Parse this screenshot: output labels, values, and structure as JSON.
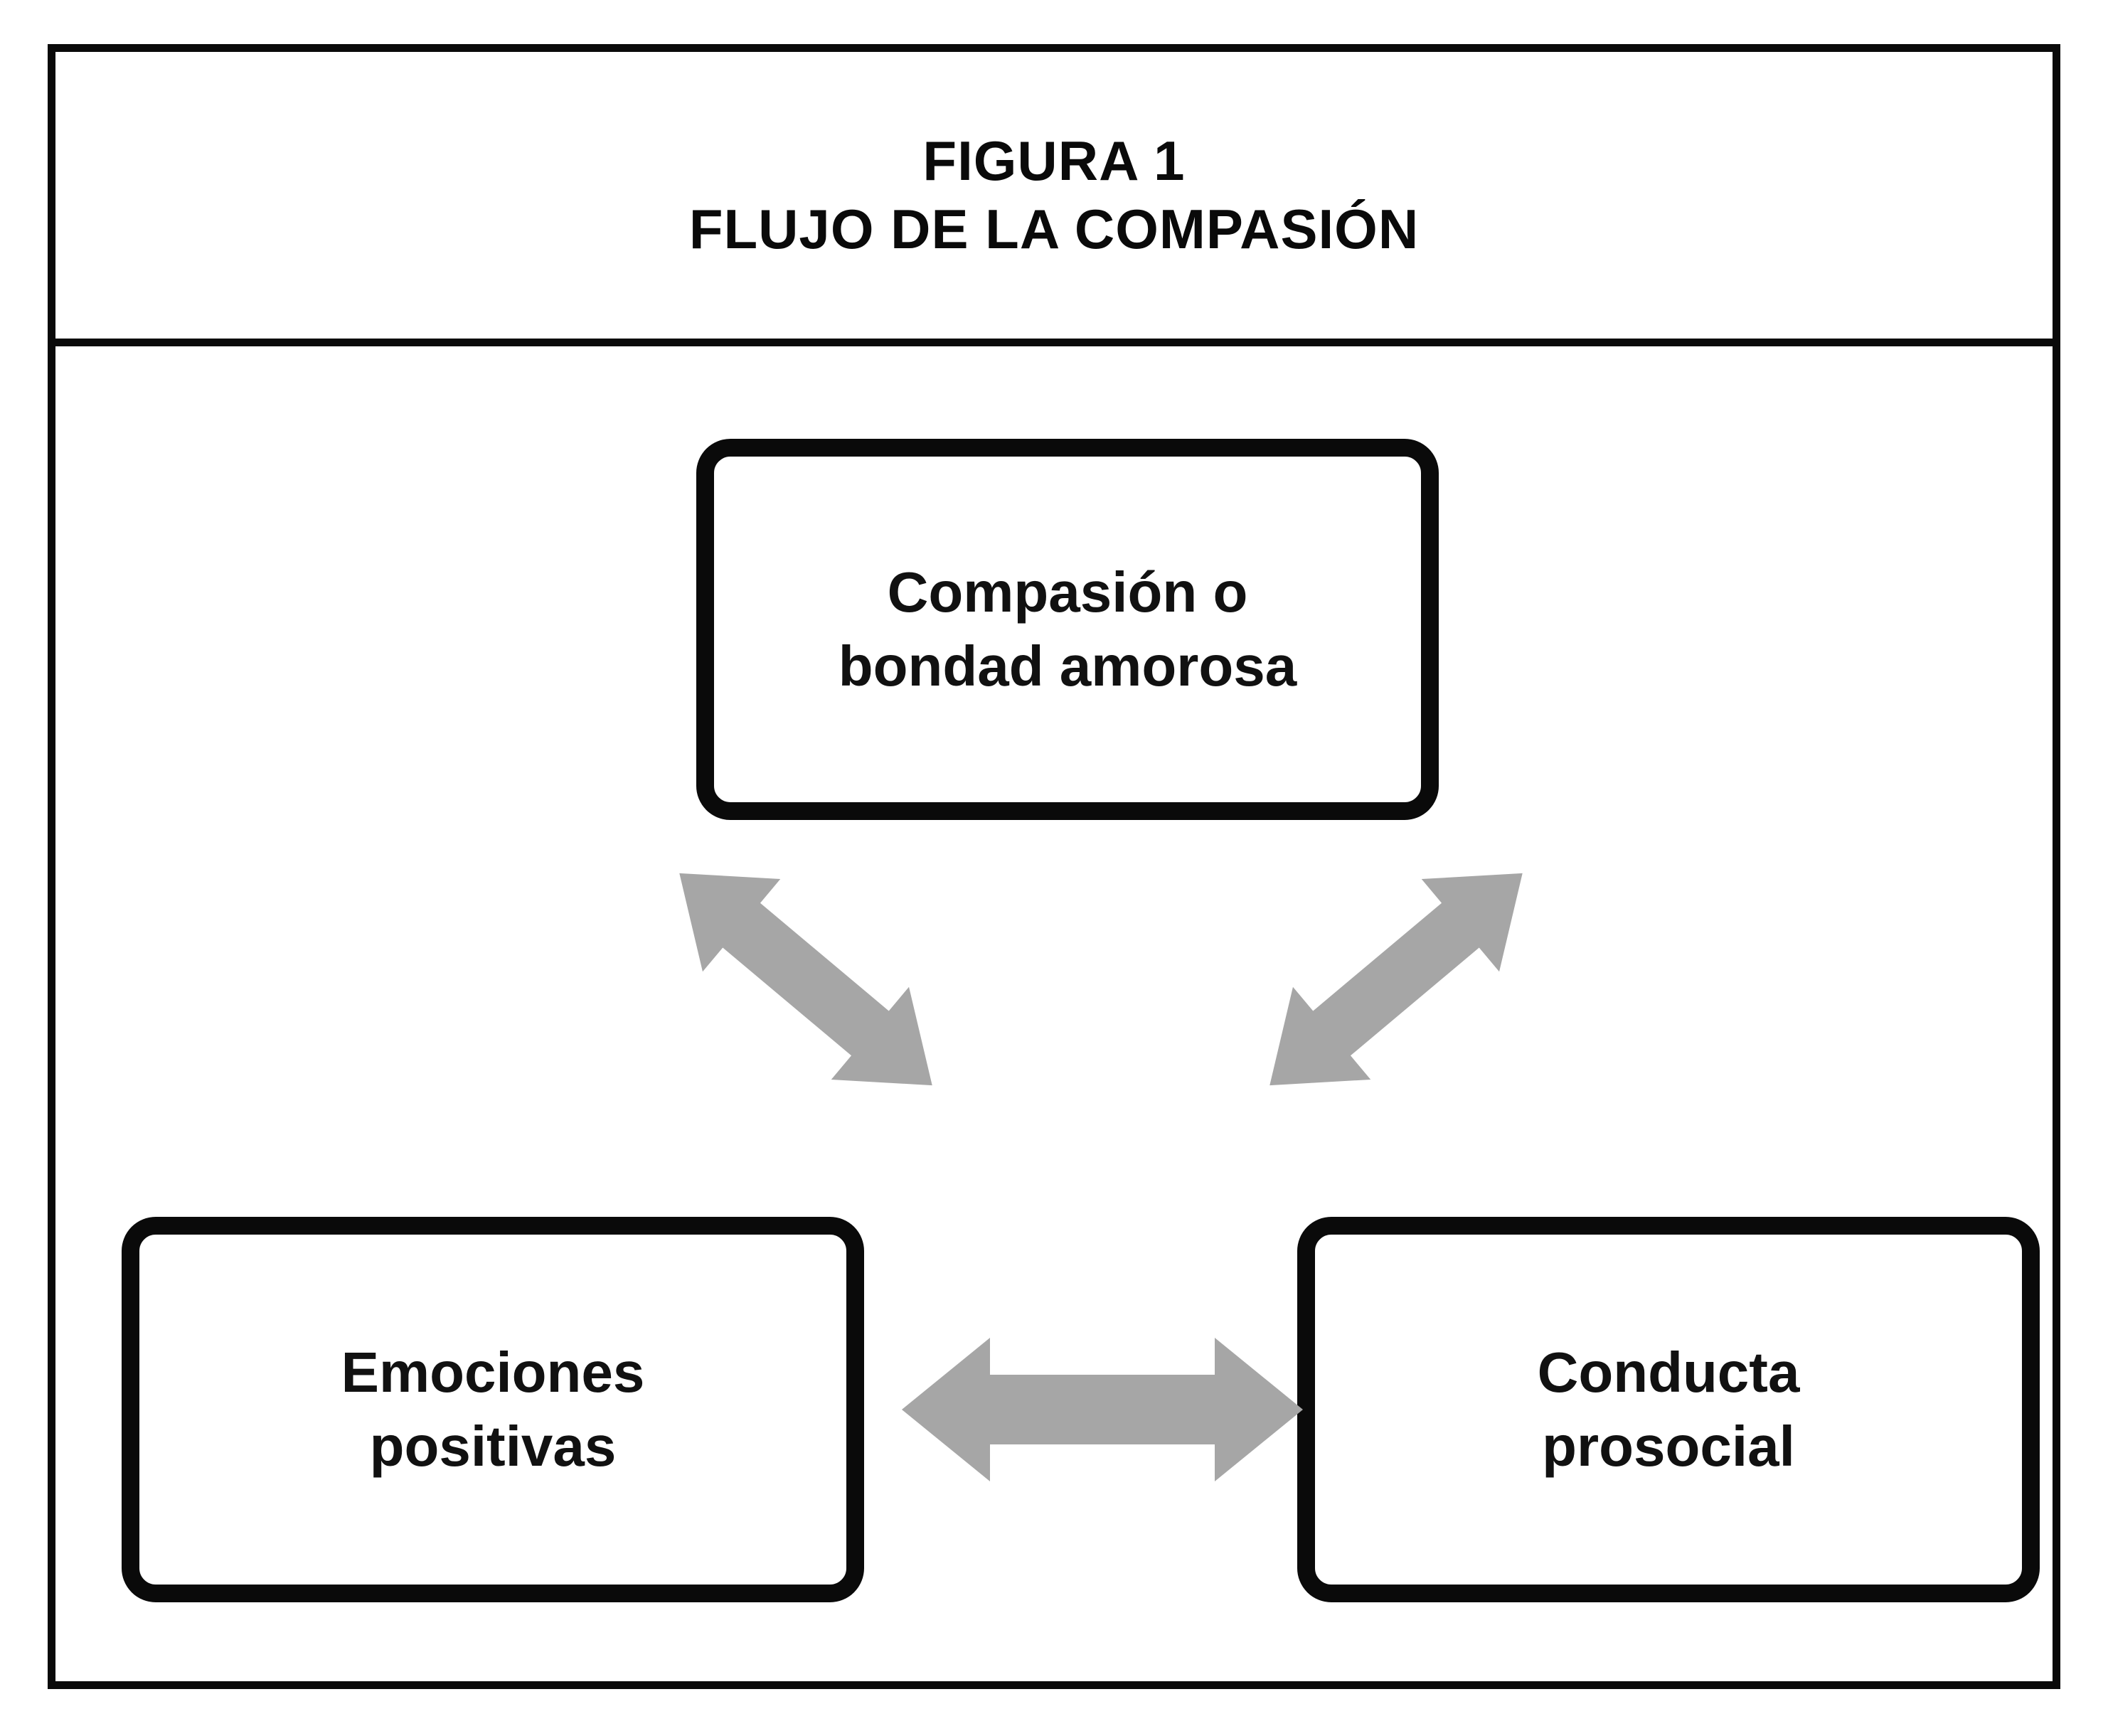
{
  "figure": {
    "caption_line_1": "FIGURA 1",
    "caption_line_2": "FLUJO DE LA COMPASIÓN"
  },
  "nodes": [
    {
      "id": "compassion",
      "label": "Compasión o\nbondad amorosa",
      "position": "top-center"
    },
    {
      "id": "positive-emotions",
      "label": "Emociones\npositivas",
      "position": "bottom-left"
    },
    {
      "id": "prosocial-behavior",
      "label": "Conducta\nprosocial",
      "position": "bottom-right"
    }
  ],
  "connectors": [
    {
      "id": "compassion-positive-emotions",
      "icon": "double-headed-arrow-diagonal-up-right",
      "from": "positive-emotions",
      "to": "compassion",
      "bidirectional": true
    },
    {
      "id": "compassion-prosocial-behavior",
      "icon": "double-headed-arrow-diagonal-up-left",
      "from": "prosocial-behavior",
      "to": "compassion",
      "bidirectional": true
    },
    {
      "id": "positive-emotions-prosocial-behavior",
      "icon": "double-headed-arrow-horizontal",
      "from": "positive-emotions",
      "to": "prosocial-behavior",
      "bidirectional": true
    }
  ],
  "colors": {
    "frame": "#0a0a0a",
    "box_border": "#0a0a0a",
    "box_fill": "#ffffff",
    "arrow_fill": "#a6a6a6",
    "text": "#111111",
    "background": "#ffffff"
  },
  "chart_data": {
    "type": "diagram",
    "title": "FIGURA 1 — FLUJO DE LA COMPASIÓN",
    "layout": "triangular cycle",
    "nodes": [
      "Compasión o bondad amorosa",
      "Emociones positivas",
      "Conducta prosocial"
    ],
    "edges": [
      {
        "source": "Emociones positivas",
        "target": "Compasión o bondad amorosa",
        "direction": "both"
      },
      {
        "source": "Conducta prosocial",
        "target": "Compasión o bondad amorosa",
        "direction": "both"
      },
      {
        "source": "Emociones positivas",
        "target": "Conducta prosocial",
        "direction": "both"
      }
    ]
  }
}
